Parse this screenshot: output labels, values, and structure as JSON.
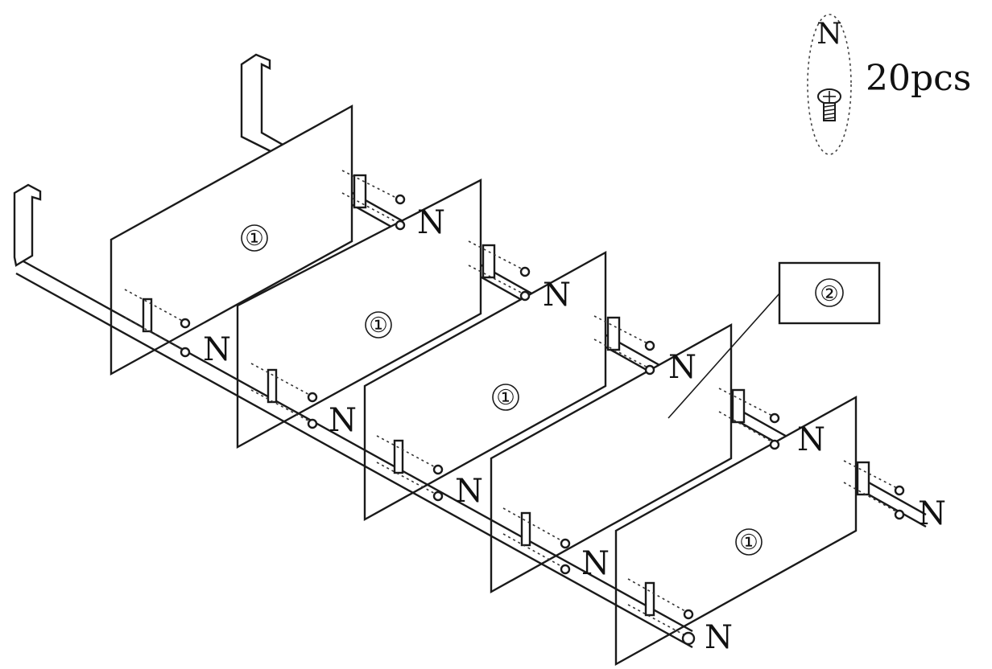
{
  "legend": {
    "letter": "N",
    "quantity": "20pcs"
  },
  "part_labels": {
    "panel": "①",
    "track": "②"
  },
  "screw_label": "N",
  "colors": {
    "ink": "#1a1a1a",
    "background": "#ffffff"
  }
}
